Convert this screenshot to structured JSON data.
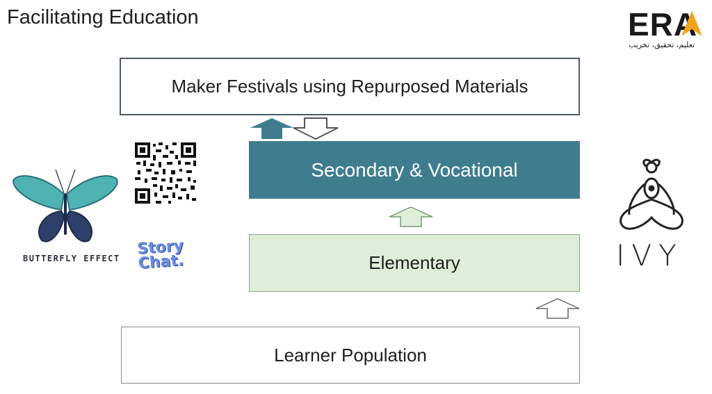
{
  "header": {
    "title": "Facilitating Education"
  },
  "diagram": {
    "levels": {
      "maker": "Maker Festivals using Repurposed Materials",
      "secondary": "Secondary & Vocational",
      "elementary": "Elementary",
      "learner": "Learner Population"
    }
  },
  "logos": {
    "era": {
      "text": "ERA",
      "tagline": "تعلیم، تحقیق، تخریب"
    },
    "butterfly": {
      "label": "BUTTERFLY EFFECT"
    },
    "ivy": {
      "label": "IVY"
    },
    "storychat": {
      "line1": "Story",
      "line2": "Chat."
    }
  },
  "colors": {
    "secondary_fill": "#3f7d8e",
    "elementary_fill": "#dfeed8",
    "accent_orange": "#f3a21b"
  }
}
